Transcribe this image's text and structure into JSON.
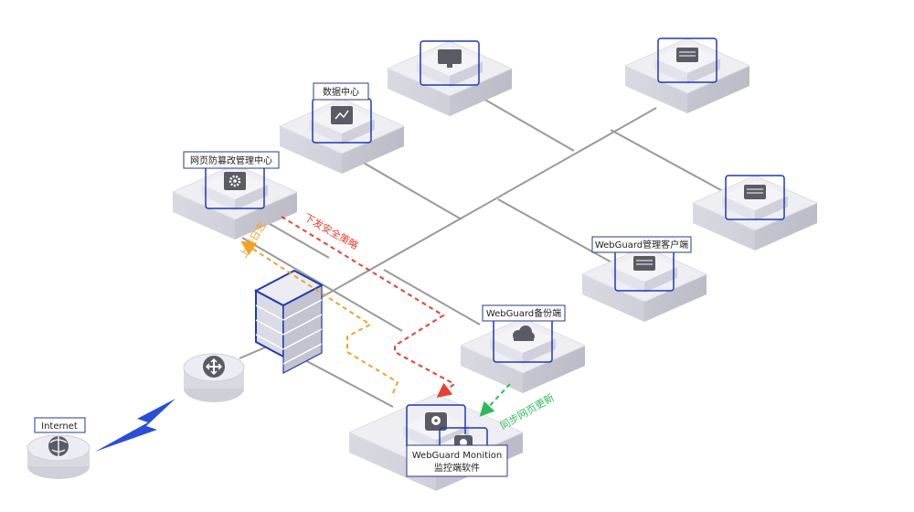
{
  "nodes": {
    "internet": "Internet",
    "data_center": "数据中心",
    "mgmt_center": "网页防篡改管理中心",
    "client": "WebGuard管理客户端",
    "backup": "WebGuard备份端",
    "monitor_line1": "WebGuard Monition",
    "monitor_line2": "监控端软件"
  },
  "flows": {
    "policy": "下发安全策略",
    "log": "上传日志",
    "sync": "同步网页更新"
  },
  "colors": {
    "policy": "#e8402f",
    "log": "#f2a227",
    "sync": "#2dbb5a",
    "lightning": "#2a4ed6",
    "label_border": "#2a3a8a",
    "icon_border": "#1f3bb3",
    "cable": "#9a9a9a"
  },
  "icons": [
    "globe-icon",
    "router-icon",
    "firewall-icon",
    "server-icon",
    "gear-server-icon",
    "monitor-icon",
    "cloud-icon",
    "disk-icon"
  ]
}
